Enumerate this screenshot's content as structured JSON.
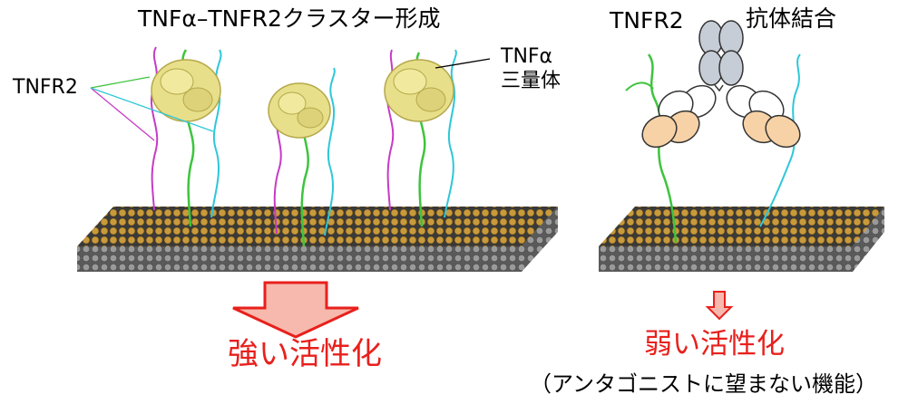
{
  "left_panel": {
    "title": "TNFα–TNFR2クラスター形成",
    "receptor_label": "TNFR2",
    "ligand_label_line1": "TNFα",
    "ligand_label_line2": "三量体",
    "outcome": "強い活性化"
  },
  "right_panel": {
    "receptor_label": "TNFR2",
    "antibody_label": "抗体結合",
    "outcome": "弱い活性化",
    "outcome_note": "（アンタゴニストに望まない機能）"
  },
  "colors": {
    "accent_red": "#e8201c",
    "arrow_fill": "#f7b9ad",
    "trimer_yellow": "#e8df8a",
    "antibody_gray": "#c7cdd6",
    "antibody_peach": "#f7d2a6",
    "receptor_green": "#3ec43e",
    "receptor_cyan": "#2ec7d8",
    "receptor_magenta": "#c63bc6",
    "membrane_head": "#c89a3c"
  }
}
